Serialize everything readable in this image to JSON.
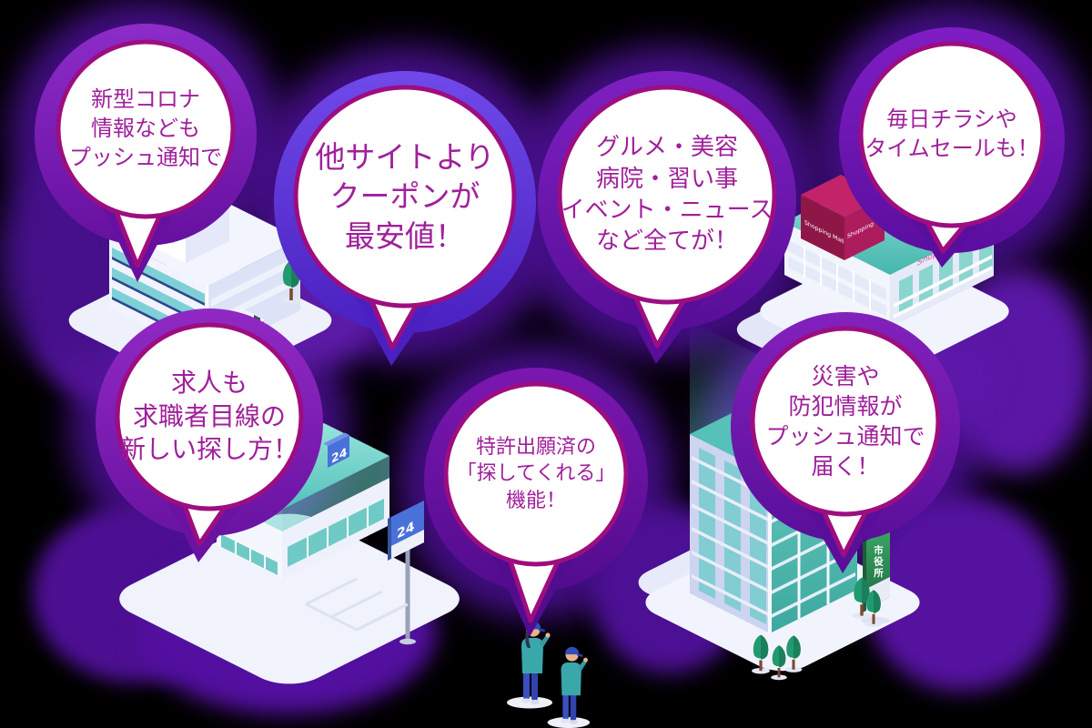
{
  "bubbles": [
    {
      "label": "covid",
      "lines": [
        "新型コロナ",
        "情報なども",
        "プッシュ通知で"
      ]
    },
    {
      "label": "coupon",
      "lines": [
        "他サイトより",
        "クーポンが",
        "最安値！"
      ]
    },
    {
      "label": "categories",
      "lines": [
        "グルメ・美容",
        "病院・習い事",
        "イベント・ニュース",
        "など全てが！"
      ]
    },
    {
      "label": "flyers",
      "lines": [
        "毎日チラシや",
        "タイムセールも！"
      ]
    },
    {
      "label": "jobs",
      "lines": [
        "求人も",
        "求職者目線の",
        "新しい探し方！"
      ]
    },
    {
      "label": "patent",
      "lines": [
        "特許出願済の",
        "「探してくれる」",
        "機能！"
      ]
    },
    {
      "label": "disaster",
      "lines": [
        "災害や",
        "防犯情報が",
        "プッシュ通知で",
        "届く！"
      ]
    }
  ],
  "scene_labels": {
    "mall_cube_left": "Shopping Mall",
    "mall_cube_right": "Shopping Mall",
    "mall_wall": "Shopping Mall",
    "store_roof_badge": "24",
    "store_pole_sign": "24",
    "cityhall_sign": "市役所"
  },
  "colors": {
    "background": "#000000",
    "bubble_fill": "#ffffff",
    "bubble_border": "#9d0d80",
    "bubble_text": "#a0209b",
    "ring_purple": "#7e20c2",
    "ring_blue": "#7049ea",
    "building_teal": "#4fbcb4",
    "mall_sign_crimson": "#ad1c5c",
    "sign_blue": "#4a71d9",
    "sign_green": "#2f9158"
  }
}
